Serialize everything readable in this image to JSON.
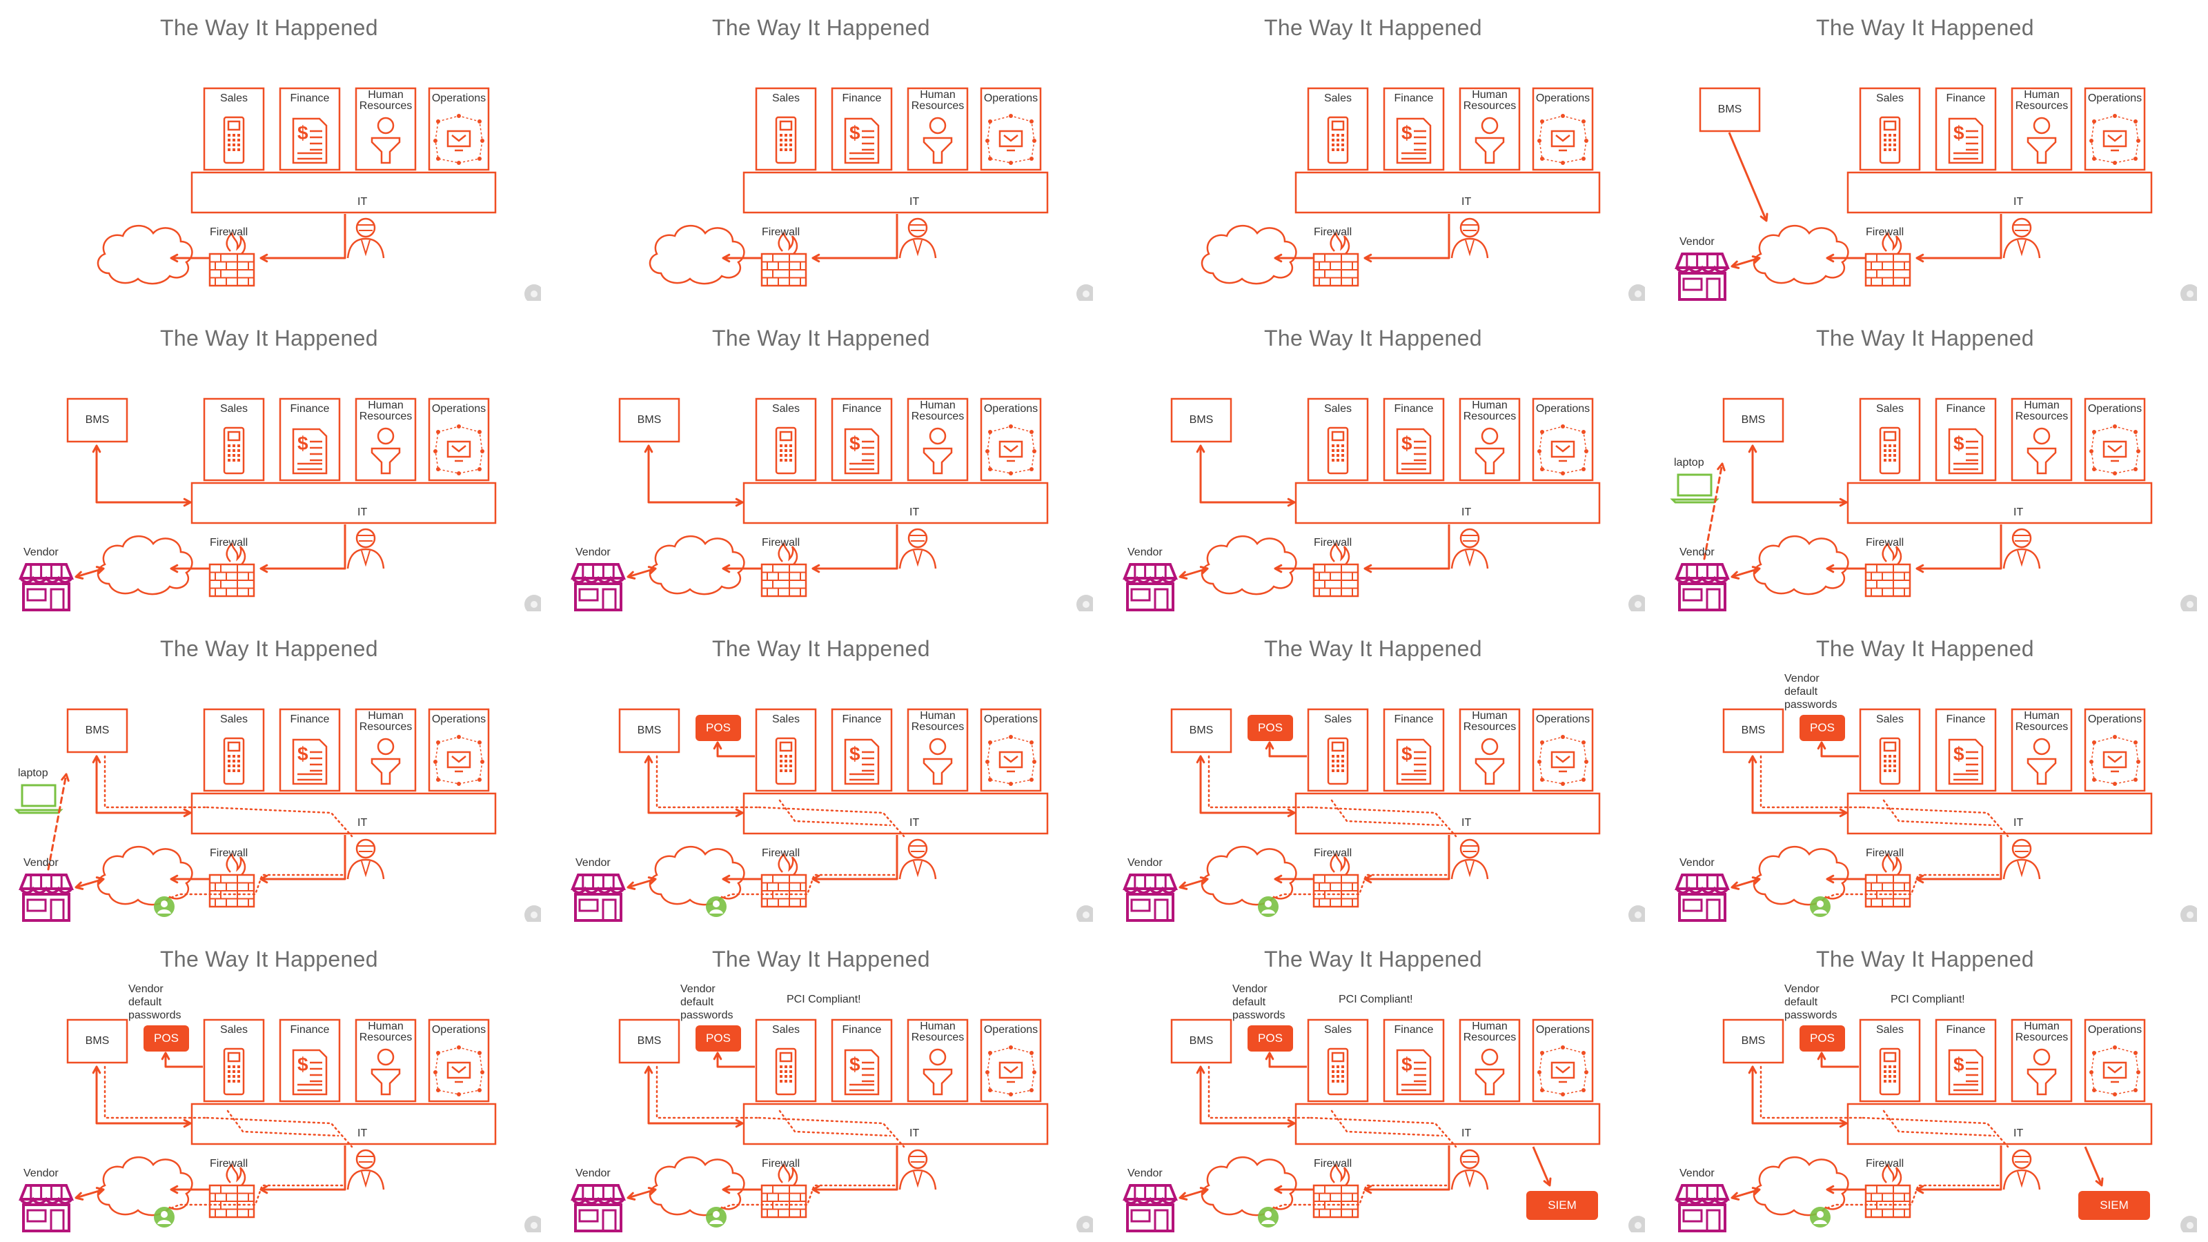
{
  "slide_title": "The Way It Happened",
  "labels": {
    "sales": "Sales",
    "finance": "Finance",
    "hr": "Human\nResources",
    "operations": "Operations",
    "it": "IT",
    "firewall": "Firewall",
    "bms": "BMS",
    "vendor": "Vendor",
    "laptop": "laptop",
    "pos": "POS",
    "vendor_passwords": "Vendor\ndefault\npasswords",
    "pci": "PCI Compliant!",
    "siem": "SIEM"
  },
  "colors": {
    "accent": "#f04e23",
    "vendor": "#b5137a",
    "laptop": "#7ac142",
    "title": "#6d6d6d",
    "nav": "#d4d4d4"
  },
  "slides": [
    {
      "bms": false,
      "vendor": false,
      "laptop": false,
      "pos": false,
      "pwd": false,
      "pci": false,
      "siem": false,
      "dotted": false
    },
    {
      "bms": false,
      "vendor": false,
      "laptop": false,
      "pos": false,
      "pwd": false,
      "pci": false,
      "siem": false,
      "dotted": false
    },
    {
      "bms": false,
      "vendor": false,
      "laptop": false,
      "pos": false,
      "pwd": false,
      "pci": false,
      "siem": false,
      "dotted": false
    },
    {
      "bms": "top",
      "vendor": true,
      "laptop": false,
      "pos": false,
      "pwd": false,
      "pci": false,
      "siem": false,
      "dotted": false
    },
    {
      "bms": "left",
      "vendor": true,
      "laptop": false,
      "pos": false,
      "pwd": false,
      "pci": false,
      "siem": false,
      "dotted": false
    },
    {
      "bms": "left",
      "vendor": true,
      "laptop": false,
      "pos": false,
      "pwd": false,
      "pci": false,
      "siem": false,
      "dotted": false
    },
    {
      "bms": "left",
      "vendor": true,
      "laptop": false,
      "pos": false,
      "pwd": false,
      "pci": false,
      "siem": false,
      "dotted": false
    },
    {
      "bms": "left",
      "vendor": true,
      "laptop": true,
      "pos": false,
      "pwd": false,
      "pci": false,
      "siem": false,
      "dotted": false
    },
    {
      "bms": "left",
      "vendor": true,
      "laptop": true,
      "pos": false,
      "pwd": false,
      "pci": false,
      "siem": false,
      "dotted": true
    },
    {
      "bms": "left",
      "vendor": true,
      "laptop": false,
      "pos": true,
      "pwd": false,
      "pci": false,
      "siem": false,
      "dotted": true
    },
    {
      "bms": "left",
      "vendor": true,
      "laptop": false,
      "pos": true,
      "pwd": false,
      "pci": false,
      "siem": false,
      "dotted": true
    },
    {
      "bms": "left",
      "vendor": true,
      "laptop": false,
      "pos": true,
      "pwd": true,
      "pci": false,
      "siem": false,
      "dotted": true
    },
    {
      "bms": "left",
      "vendor": true,
      "laptop": false,
      "pos": true,
      "pwd": true,
      "pci": false,
      "siem": false,
      "dotted": true
    },
    {
      "bms": "left",
      "vendor": true,
      "laptop": false,
      "pos": true,
      "pwd": true,
      "pci": true,
      "siem": false,
      "dotted": true
    },
    {
      "bms": "left",
      "vendor": true,
      "laptop": false,
      "pos": true,
      "pwd": true,
      "pci": true,
      "siem": true,
      "dotted": true
    },
    {
      "bms": "left",
      "vendor": true,
      "laptop": false,
      "pos": true,
      "pwd": true,
      "pci": true,
      "siem": true,
      "dotted": true
    }
  ]
}
